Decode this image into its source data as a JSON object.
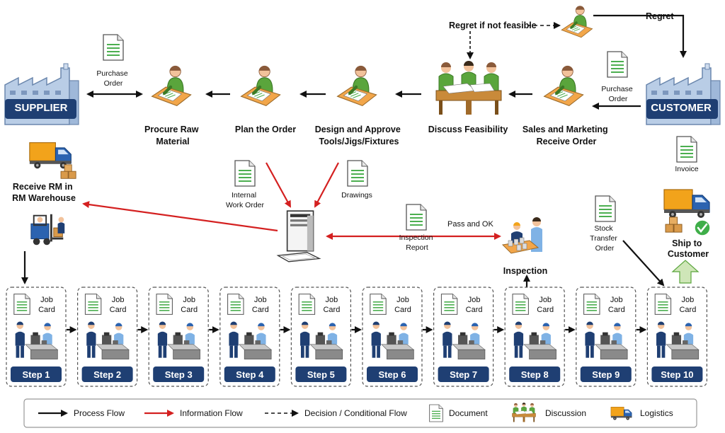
{
  "entities": {
    "supplier": "SUPPLIER",
    "customer": "CUSTOMER"
  },
  "processes": {
    "procure": [
      "Procure Raw",
      "Material"
    ],
    "plan": [
      "Plan the Order"
    ],
    "design": [
      "Design and Approve",
      "Tools/Jigs/Fixtures"
    ],
    "discuss": [
      "Discuss Feasibility"
    ],
    "sales": [
      "Sales and Marketing",
      "Receive Order"
    ],
    "receive_rm": [
      "Receive RM in",
      "RM Warehouse"
    ],
    "inspection": [
      "Inspection"
    ],
    "ship": [
      "Ship to",
      "Customer"
    ]
  },
  "documents": {
    "po_supplier": [
      "Purchase",
      "Order"
    ],
    "po_customer": [
      "Purchase",
      "Order"
    ],
    "internal_wo": [
      "Internal",
      "Work Order"
    ],
    "drawings": [
      "Drawings"
    ],
    "inspection_report": [
      "Inspection",
      "Report"
    ],
    "stock_transfer": [
      "Stock",
      "Transfer",
      "Order"
    ],
    "invoice": [
      "Invoice"
    ],
    "job_card": [
      "Job",
      "Card"
    ]
  },
  "flow_labels": {
    "regret_if_not_feasible": "Regret if not feasible",
    "regret": "Regret",
    "pass_and_ok": "Pass and OK"
  },
  "steps": [
    "Step 1",
    "Step 2",
    "Step 3",
    "Step 4",
    "Step 5",
    "Step 6",
    "Step 7",
    "Step 8",
    "Step 9",
    "Step 10"
  ],
  "legend": {
    "process_flow": "Process Flow",
    "information_flow": "Information Flow",
    "decision_flow": "Decision / Conditional Flow",
    "document": "Document",
    "discussion": "Discussion",
    "logistics": "Logistics"
  },
  "colors": {
    "navy": "#1f3f73",
    "building": "#b9cde6",
    "info_arrow": "#d42020",
    "person": "#5aa53c",
    "truck": "#f2a31b",
    "doc_line": "#4caf50",
    "check": "#3fae49",
    "worker_blue": "#2b63b0"
  }
}
